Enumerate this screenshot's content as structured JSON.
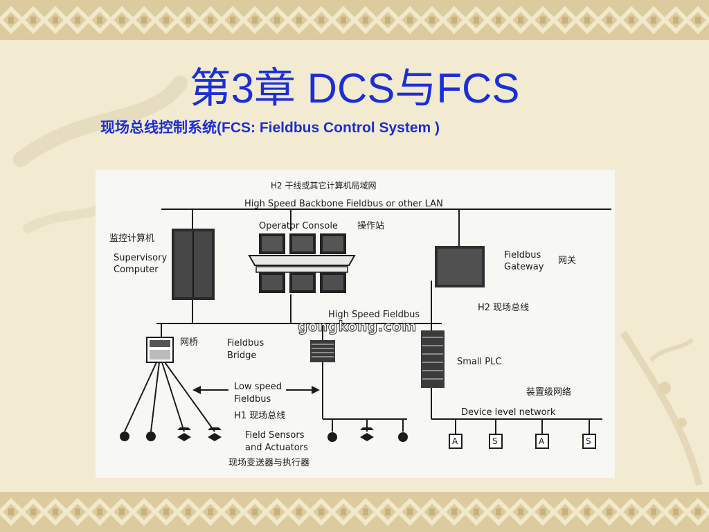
{
  "slide": {
    "title": "第3章 DCS与FCS",
    "subtitle": "现场总线控制系统(FCS: Fieldbus Control System )"
  },
  "diagram": {
    "h2_lan_cn": "H2 干线或其它计算机局域网",
    "backbone_label": "High Speed  Backbone Fieldbus or other LAN",
    "operator_console_en": "Operator Console",
    "operator_console_cn": "操作站",
    "supervisory_cn": "监控计算机",
    "supervisory_en_1": "Supervisory",
    "supervisory_en_2": "Computer",
    "gateway_en_1": "Fieldbus",
    "gateway_en_2": "Gateway",
    "gateway_cn": "网关",
    "h2_fieldbus_cn": "H2 现场总线",
    "high_speed_fieldbus": "High Speed Fieldbus",
    "watermark": "gongkong.com",
    "bridge_cn": "网桥",
    "bridge_en_1": "Fieldbus",
    "bridge_en_2": "Bridge",
    "small_plc": "Small PLC",
    "low_speed_1": "Low speed",
    "low_speed_2": "Fieldbus",
    "h1_fieldbus_cn": "H1 现场总线",
    "field_sensors_1": "Field Sensors",
    "field_sensors_2": "and Actuators",
    "field_sensors_cn": "现场变送器与执行器",
    "device_net_cn": "装置级网络",
    "device_level_network": "Device level network",
    "device_boxes": [
      "A",
      "S",
      "A",
      "S"
    ]
  },
  "colors": {
    "title": "#1a2fd6",
    "background": "#f3ead2",
    "border_band": "#d6c498",
    "figure_bg": "#f7f7f4",
    "ink": "#1b1b1b"
  }
}
